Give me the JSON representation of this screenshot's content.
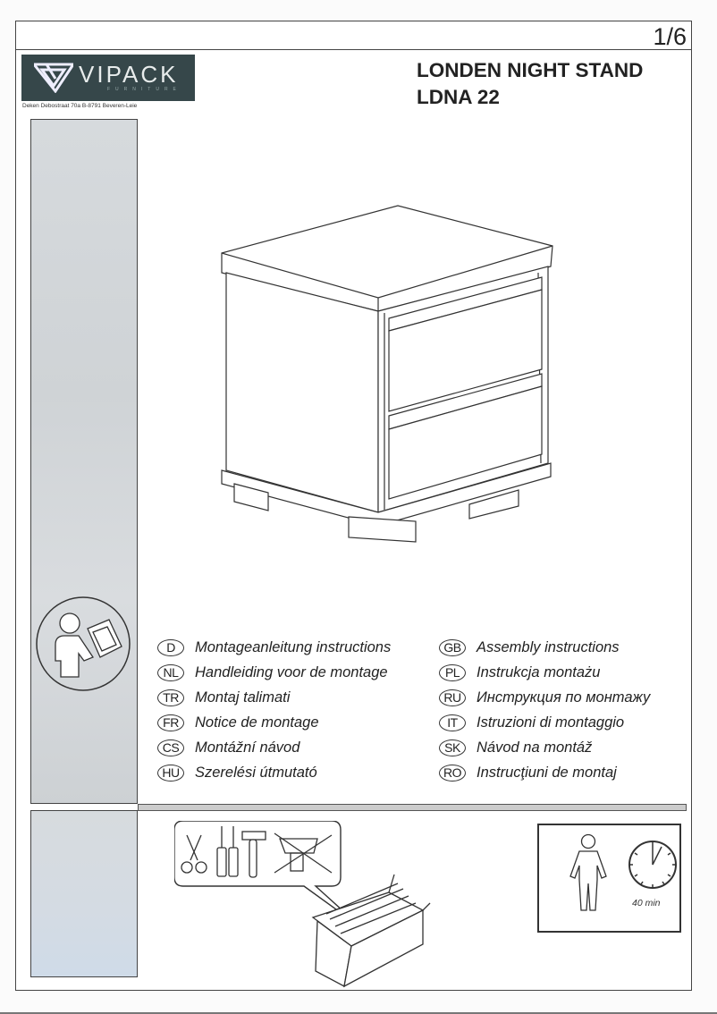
{
  "header": {
    "page_number": "1/6",
    "brand": {
      "name": "VIPACK",
      "subtitle": "FURNITURE",
      "address": "Deken Debostraat 70a B-8791 Beveren-Leie"
    },
    "title_line1": "LONDEN NIGHT STAND",
    "title_line2": "LDNA 22"
  },
  "illustration": {
    "product": "night-stand-two-drawers",
    "reading_manual_icon": "person-reading-manual-icon"
  },
  "languages": {
    "left": [
      {
        "code": "D",
        "text": "Montageanleitung instructions"
      },
      {
        "code": "NL",
        "text": "Handleiding voor de montage"
      },
      {
        "code": "TR",
        "text": "Montaj talimati"
      },
      {
        "code": "FR",
        "text": "Notice de montage"
      },
      {
        "code": "CS",
        "text": "Montážní návod"
      },
      {
        "code": "HU",
        "text": "Szerelési útmutató"
      }
    ],
    "right": [
      {
        "code": "GB",
        "text": "Assembly instructions"
      },
      {
        "code": "PL",
        "text": "Instrukcja montażu"
      },
      {
        "code": "RU",
        "text": "Инструкция по монтажу"
      },
      {
        "code": "IT",
        "text": "Istruzioni di montaggio"
      },
      {
        "code": "SK",
        "text": "Návod na montáž"
      },
      {
        "code": "RO",
        "text": "Instrucţiuni de montaj"
      }
    ]
  },
  "tools": {
    "items": [
      "scissors-icon",
      "screwdriver-flat-icon",
      "screwdriver-phillips-icon",
      "hammer-icon",
      "no-power-drill-icon"
    ],
    "container": "toolbox-icon"
  },
  "requirements": {
    "people": 1,
    "people_icon": "person-icon",
    "time_icon": "clock-icon",
    "time_label": "40 min"
  },
  "colors": {
    "logo_bg": "#36474a",
    "panel_gray": "#d3d7da",
    "line": "#444444"
  }
}
